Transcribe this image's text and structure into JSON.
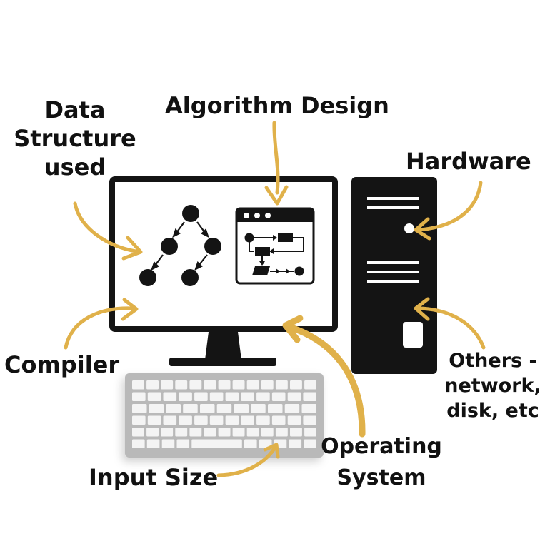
{
  "colors": {
    "arrow": "#e0b14a",
    "ink": "#141414",
    "key_fill": "#f4f4f4",
    "keyboard_body": "#b9b9b9"
  },
  "icons": [
    "desktop-monitor",
    "tower-case",
    "keyboard",
    "tree-graph",
    "flowchart-window"
  ],
  "labels": {
    "algorithm_design": "Algorithm Design",
    "data_structure": [
      "Data",
      "Structure",
      "used"
    ],
    "hardware": "Hardware",
    "compiler": "Compiler",
    "others": [
      "Others -",
      "network,",
      "disk, etc"
    ],
    "operating_system": [
      "Operating",
      "System"
    ],
    "input_size": "Input Size"
  },
  "keyboard": {
    "rows": [
      13,
      12,
      11,
      12,
      13,
      10
    ]
  }
}
